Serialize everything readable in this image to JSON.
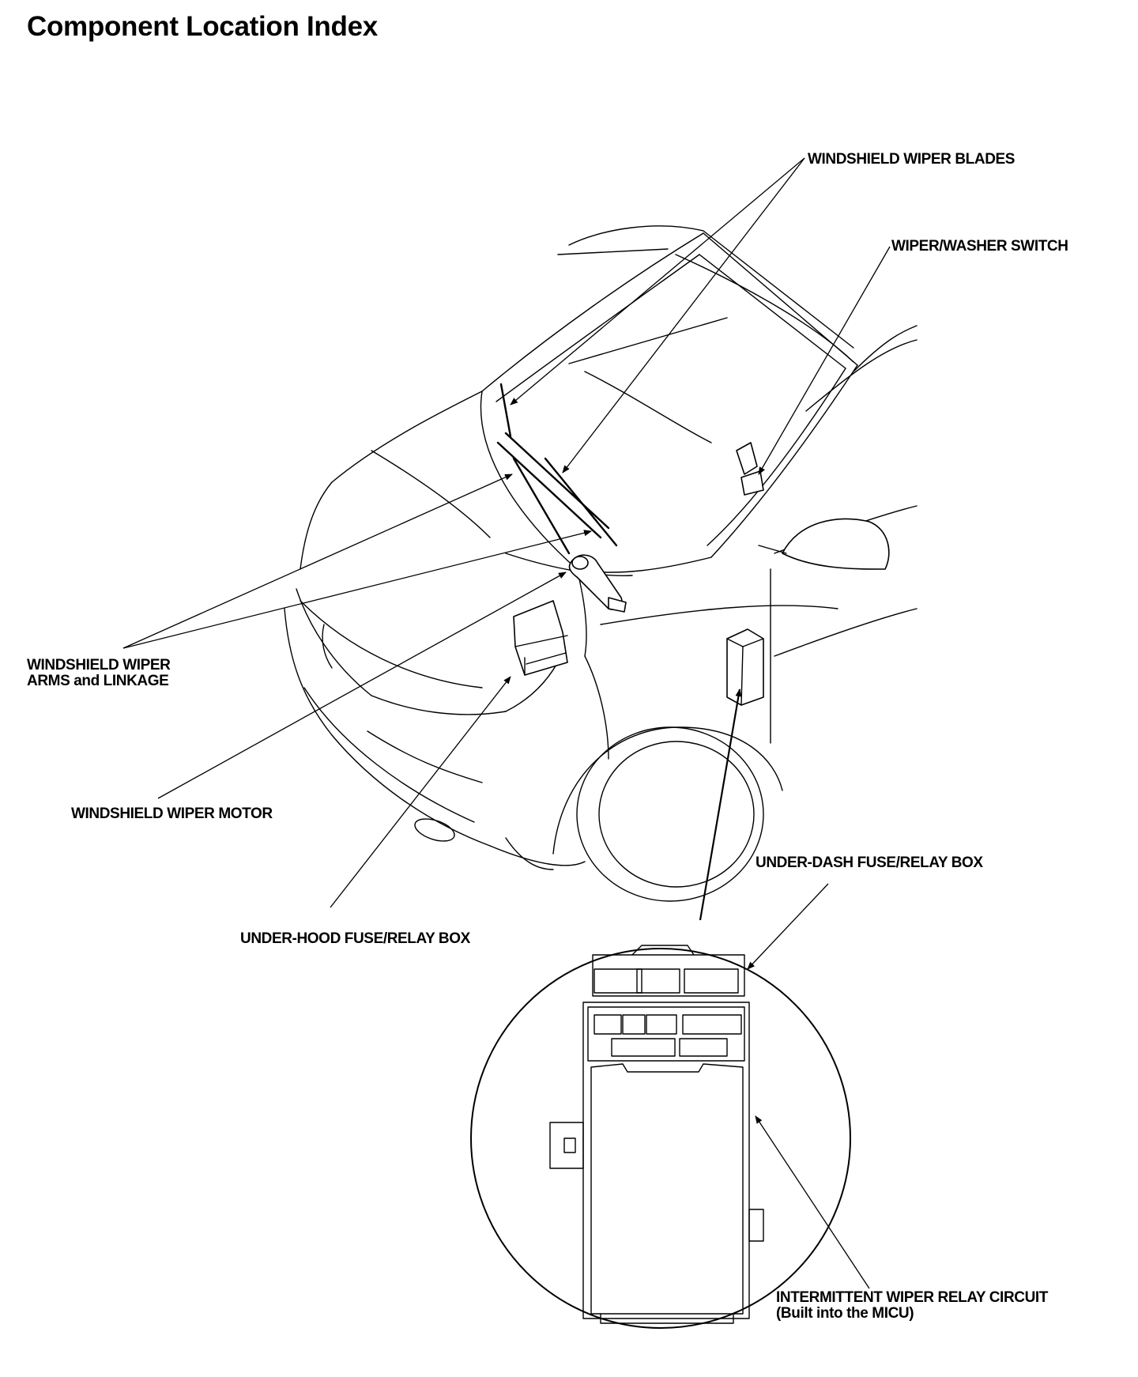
{
  "page": {
    "title": "Component Location Index"
  },
  "callouts": {
    "wiper_blades": "WINDSHIELD WIPER BLADES",
    "washer_switch": "WIPER/WASHER SWITCH",
    "arms_line1": "WINDSHIELD WIPER",
    "arms_line2": "ARMS and LINKAGE",
    "wiper_motor": "WINDSHIELD WIPER MOTOR",
    "under_dash_box": "UNDER-DASH FUSE/RELAY BOX",
    "under_hood_box": "UNDER-HOOD FUSE/RELAY BOX",
    "relay_circuit_line1": "INTERMITTENT WIPER RELAY CIRCUIT",
    "relay_circuit_line2": "(Built into the MICU)"
  }
}
